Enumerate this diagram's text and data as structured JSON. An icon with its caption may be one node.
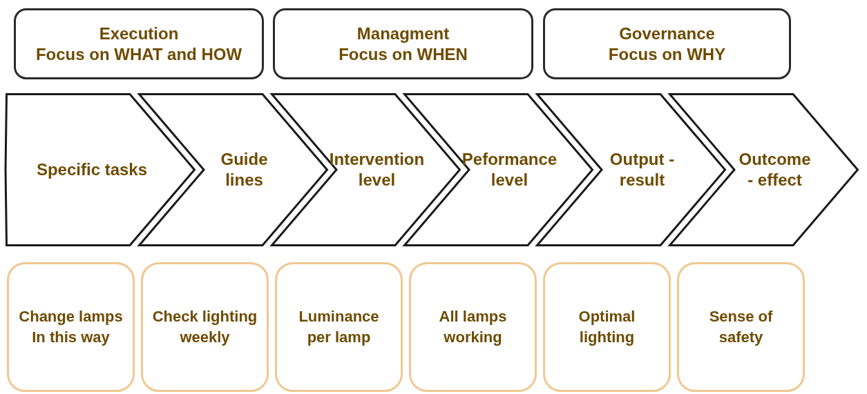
{
  "diagram": {
    "nodes": [
      {
        "text": [
          "Execution",
          "Focus on WHAT and HOW"
        ]
      },
      {
        "text": [
          "Managment",
          "Focus on WHEN"
        ]
      },
      {
        "text": [
          "Governance",
          "Focus on WHY"
        ]
      },
      {
        "text": [
          "Specific tasks"
        ]
      },
      {
        "text": [
          "Guide lines"
        ]
      },
      {
        "text": [
          "Intervention level"
        ]
      },
      {
        "text": [
          "Peformance level"
        ]
      },
      {
        "text": [
          "Output - result"
        ]
      },
      {
        "text": [
          "Outcome - effect"
        ]
      },
      {
        "text": [
          "Change lamps In this way"
        ]
      },
      {
        "text": [
          "Check lighting weekly"
        ]
      },
      {
        "text": [
          "Luminance per lamp"
        ]
      },
      {
        "text": [
          "All lamps working"
        ]
      },
      {
        "text": [
          "Optimal lighting"
        ]
      },
      {
        "text": [
          "Sense of safety"
        ]
      }
    ]
  }
}
